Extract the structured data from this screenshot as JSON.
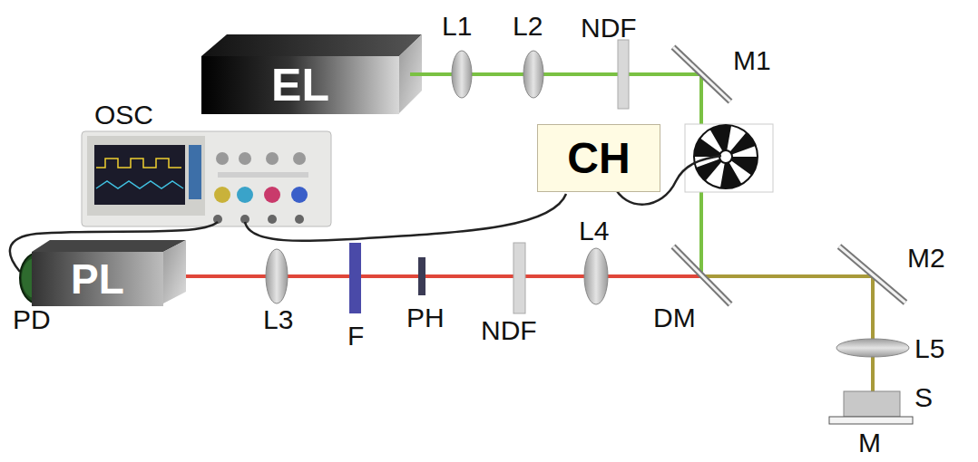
{
  "diagram": {
    "nodes": [
      {
        "text": [
          "EL"
        ]
      },
      {
        "text": [
          "CH"
        ]
      },
      {
        "text": [
          "PL"
        ]
      }
    ],
    "labels": [
      "L1",
      "L2",
      "NDF",
      "M1",
      "OSC",
      "L3",
      "F",
      "PH",
      "NDF",
      "L4",
      "DM",
      "M2",
      "L5",
      "S",
      "PD",
      "M"
    ]
  }
}
